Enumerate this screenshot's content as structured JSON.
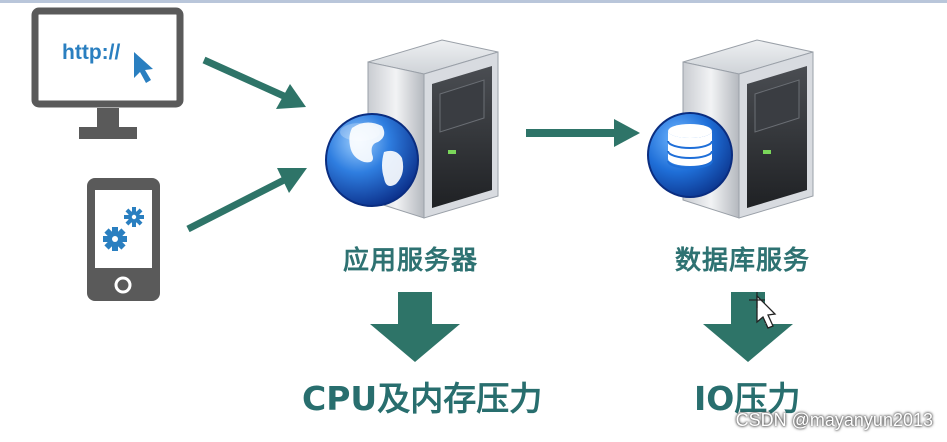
{
  "browser_url_text": "http://",
  "nodes": {
    "app_server_label": "应用服务器",
    "db_server_label": "数据库服务"
  },
  "pressure": {
    "app_pressure": "CPU及内存压力",
    "db_pressure": "IO压力"
  },
  "watermark": "CSDN @mayanyun2013",
  "colors": {
    "arrow": "#2e7468",
    "label": "#2e7272",
    "device": "#5a5a5a",
    "screen_blue": "#2a7fc0"
  },
  "icons": [
    "monitor-icon",
    "cursor-icon",
    "phone-icon",
    "gear-icon",
    "server-icon",
    "globe-icon",
    "database-icon"
  ]
}
